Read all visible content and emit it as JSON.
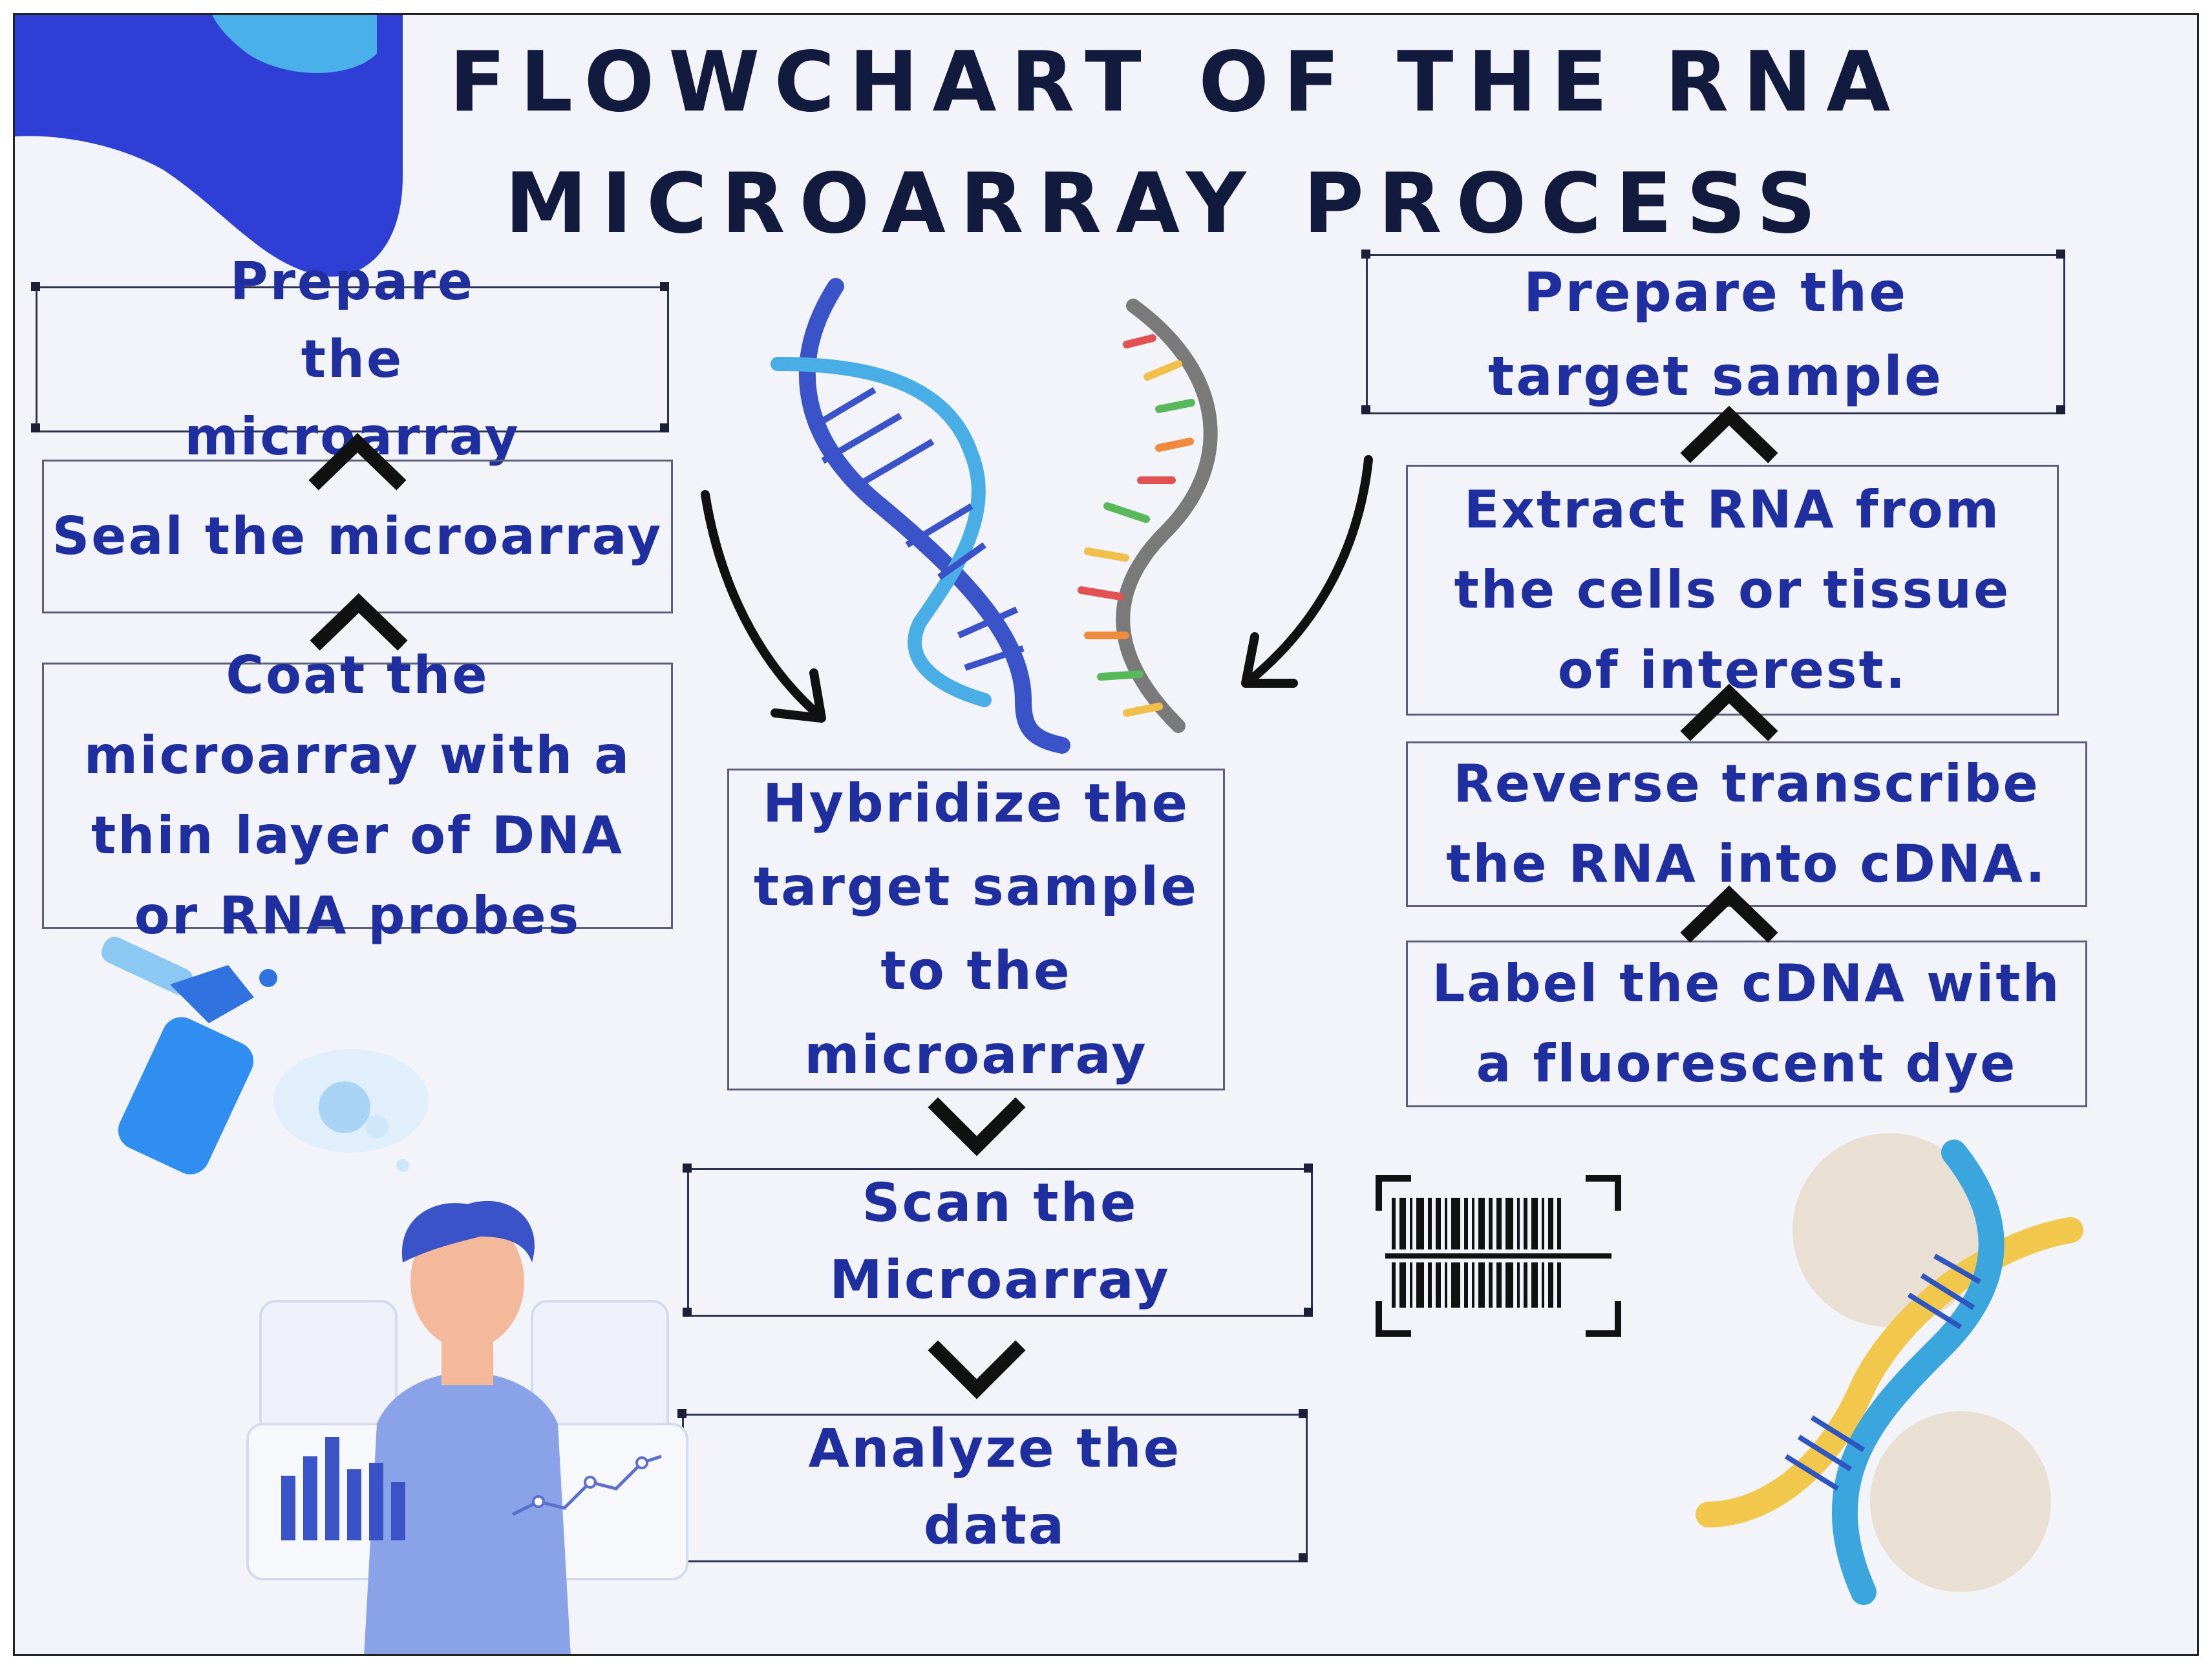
{
  "title": {
    "line1": "FLOWCHART OF THE RNA",
    "line2": "MICROARRAY PROCESS"
  },
  "steps": {
    "prepare_microarray": "Prepare the microarray",
    "seal_microarray": "Seal the microarray",
    "coat_microarray": "Coat the microarray with a thin layer of DNA or RNA probes",
    "hybridize": "Hybridize the target sample to the microarray",
    "scan": "Scan the Microarray",
    "analyze": "Analyze the data",
    "prepare_target": "Prepare the target sample",
    "extract_rna": "Extract RNA from the cells or tissue of interest.",
    "reverse_transcribe": "Reverse transcribe the RNA into cDNA.",
    "label_cdna": "Label the cDNA with a fluorescent dye"
  },
  "colors": {
    "title": "#121a3e",
    "step_text": "#1f2fa0",
    "box_border": "#5b5f77",
    "background": "#f3f4fa",
    "accent_blue": "#2f3fd6",
    "accent_light_blue": "#4ab0ea"
  },
  "icons": [
    "blob-decoration",
    "dna-helix-icon",
    "rna-strand-icon",
    "spray-bottle-icon",
    "scientist-illustration",
    "barcode-icon",
    "dna-gold-icon",
    "arrow-right-down-icon",
    "arrow-left-down-icon",
    "chevron-up-icon",
    "chevron-down-icon"
  ]
}
